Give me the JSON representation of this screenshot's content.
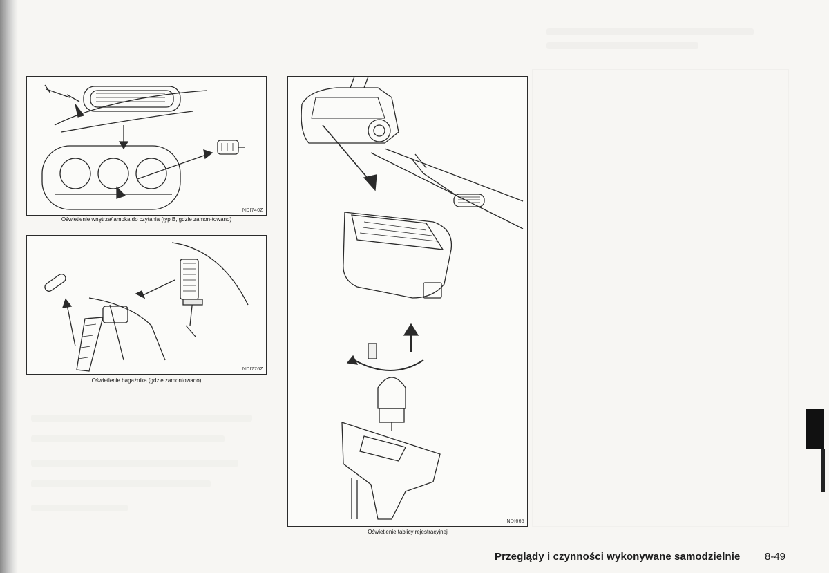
{
  "figures": [
    {
      "code": "NDI740Z",
      "caption": "Oświetlenie wnętrza/lampka do czytania (typ B, gdzie zamon-towano)",
      "icon": "interior-reading-lamp-illustration"
    },
    {
      "code": "NDI776Z",
      "caption": "Oświetlenie bagażnika (gdzie zamontowano)",
      "icon": "luggage-compartment-lamp-illustration"
    },
    {
      "code": "NDI665",
      "caption": "Oświetlenie tablicy rejestracyjnej",
      "icon": "license-plate-lamp-illustration"
    }
  ],
  "footer": {
    "section_title": "Przeglądy i czynności wykonywane samodzielnie",
    "page_number": "8-49"
  },
  "colors": {
    "paper": "#f7f6f3",
    "ink": "#1a1a1a",
    "tab": "#111111"
  }
}
